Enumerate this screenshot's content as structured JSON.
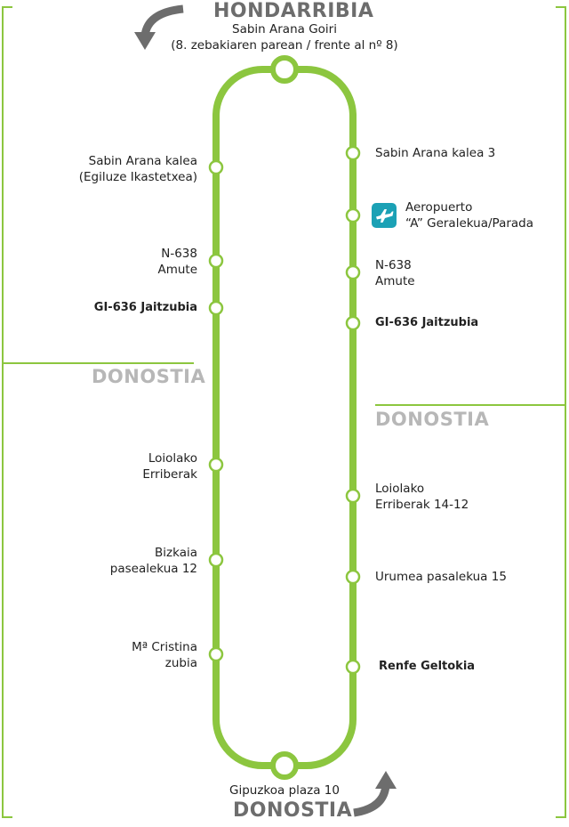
{
  "termini": {
    "top_city": "HONDARRIBIA",
    "top_stop": "Sabin Arana Goiri",
    "top_note": "(8. zebakiaren parean / frente al nº 8)",
    "bottom_stop": "Gipuzkoa plaza 10",
    "bottom_city": "DONOSTIA"
  },
  "zones": {
    "left": "DONOSTIA",
    "right": "DONOSTIA"
  },
  "left_stops": [
    {
      "line1": "Sabin Arana kalea",
      "line2": "(Egiluze Ikastetxea)"
    },
    {
      "line1": "N-638",
      "line2": "Amute"
    },
    {
      "line1": "GI-636 Jaitzubia"
    },
    {
      "line1": "Loiolako",
      "line2": "Erriberak"
    },
    {
      "line1": "Bizkaia",
      "line2": "pasealekua 12"
    },
    {
      "line1": "Mª Cristina",
      "line2": "zubia"
    }
  ],
  "right_stops": [
    {
      "line1": "Sabin Arana kalea 3"
    },
    {
      "line1": "Aeropuerto",
      "line2": "“A” Geralekua/Parada",
      "icon": "airplane-icon"
    },
    {
      "line1": "N-638",
      "line2": "Amute"
    },
    {
      "line1": "GI-636 Jaitzubia"
    },
    {
      "line1": "Loiolako",
      "line2": "Erriberak 14-12"
    },
    {
      "line1": "Urumea pasalekua 15"
    },
    {
      "line1": "Renfe Geltokia"
    }
  ],
  "colors": {
    "route": "#8cc63f",
    "arrow": "#6d6d6d",
    "zone_text": "#b7b7b7",
    "airport_badge": "#1ba1b5"
  }
}
